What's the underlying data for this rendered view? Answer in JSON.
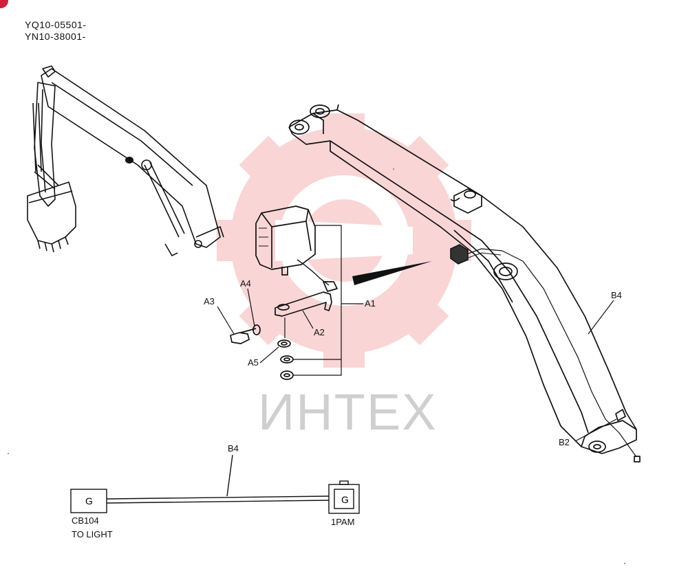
{
  "serials": [
    "YQ10-05501-",
    "YN10-38001-"
  ],
  "callouts": {
    "a1": "A1",
    "a2": "A2",
    "a3": "A3",
    "a4": "A4",
    "a5": "A5",
    "b2": "B2",
    "b4_boom": "B4",
    "b4_harness": "B4"
  },
  "harness": {
    "left_connector_letter": "G",
    "right_connector_letter": "G",
    "left_code": "CB104",
    "left_note": "TO LIGHT",
    "right_code": "1PAM"
  },
  "watermark": {
    "text": "ИНТЕХ",
    "color": "#e8464a"
  }
}
